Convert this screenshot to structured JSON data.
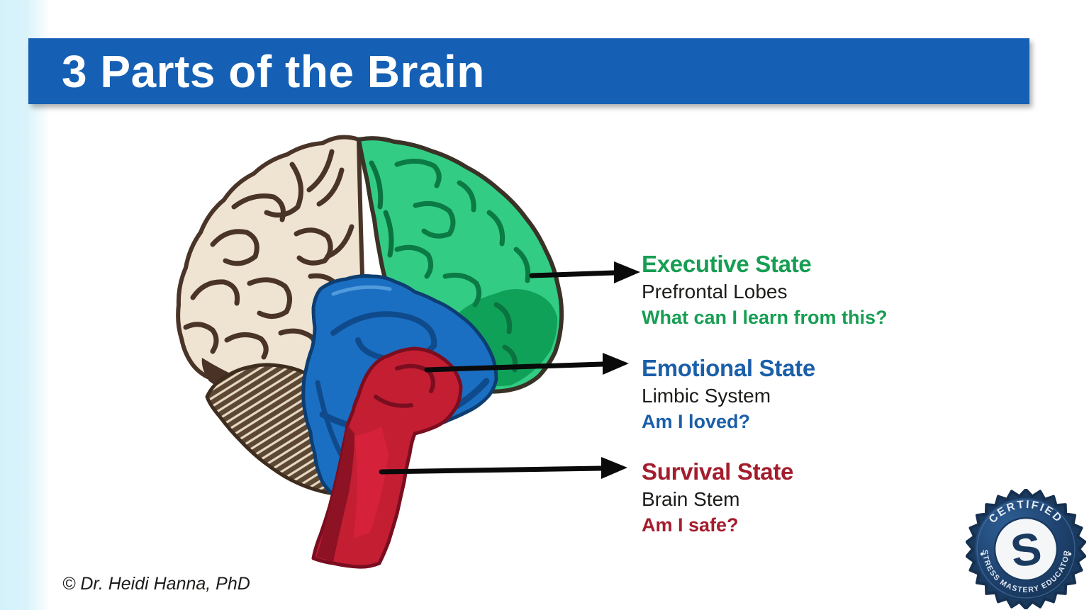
{
  "slide": {
    "title": "3 Parts of the Brain",
    "copyright": "© Dr. Heidi Hanna, PhD"
  },
  "labels": [
    {
      "heading": "Executive State",
      "sub": "Prefrontal Lobes",
      "question": "What can I learn from this?",
      "color": "#179e53"
    },
    {
      "heading": "Emotional State",
      "sub": "Limbic System",
      "question": "Am I loved?",
      "color": "#1b5fa9"
    },
    {
      "heading": "Survival State",
      "sub": "Brain Stem",
      "question": "Am I safe?",
      "color": "#a31d2d"
    }
  ],
  "badge": {
    "top_text": "CERTIFIED",
    "bottom_text": "STRESS MASTERY EDUCATOR",
    "monogram": "S"
  },
  "colors": {
    "title_bar": "#1560b4",
    "title_text": "#ffffff",
    "left_strip": "#d4f1fa",
    "brain_cerebrum": "#efe3d1",
    "brain_outline": "#4a3428",
    "brain_prefrontal_light": "#33cc85",
    "brain_prefrontal_dark": "#0fa155",
    "brain_limbic": "#1b6fc2",
    "brain_stem": "#c41e33",
    "brain_cerebellum": "#5c4734",
    "badge_navy": "#1b3a5f",
    "arrow": "#0a0a0a"
  }
}
